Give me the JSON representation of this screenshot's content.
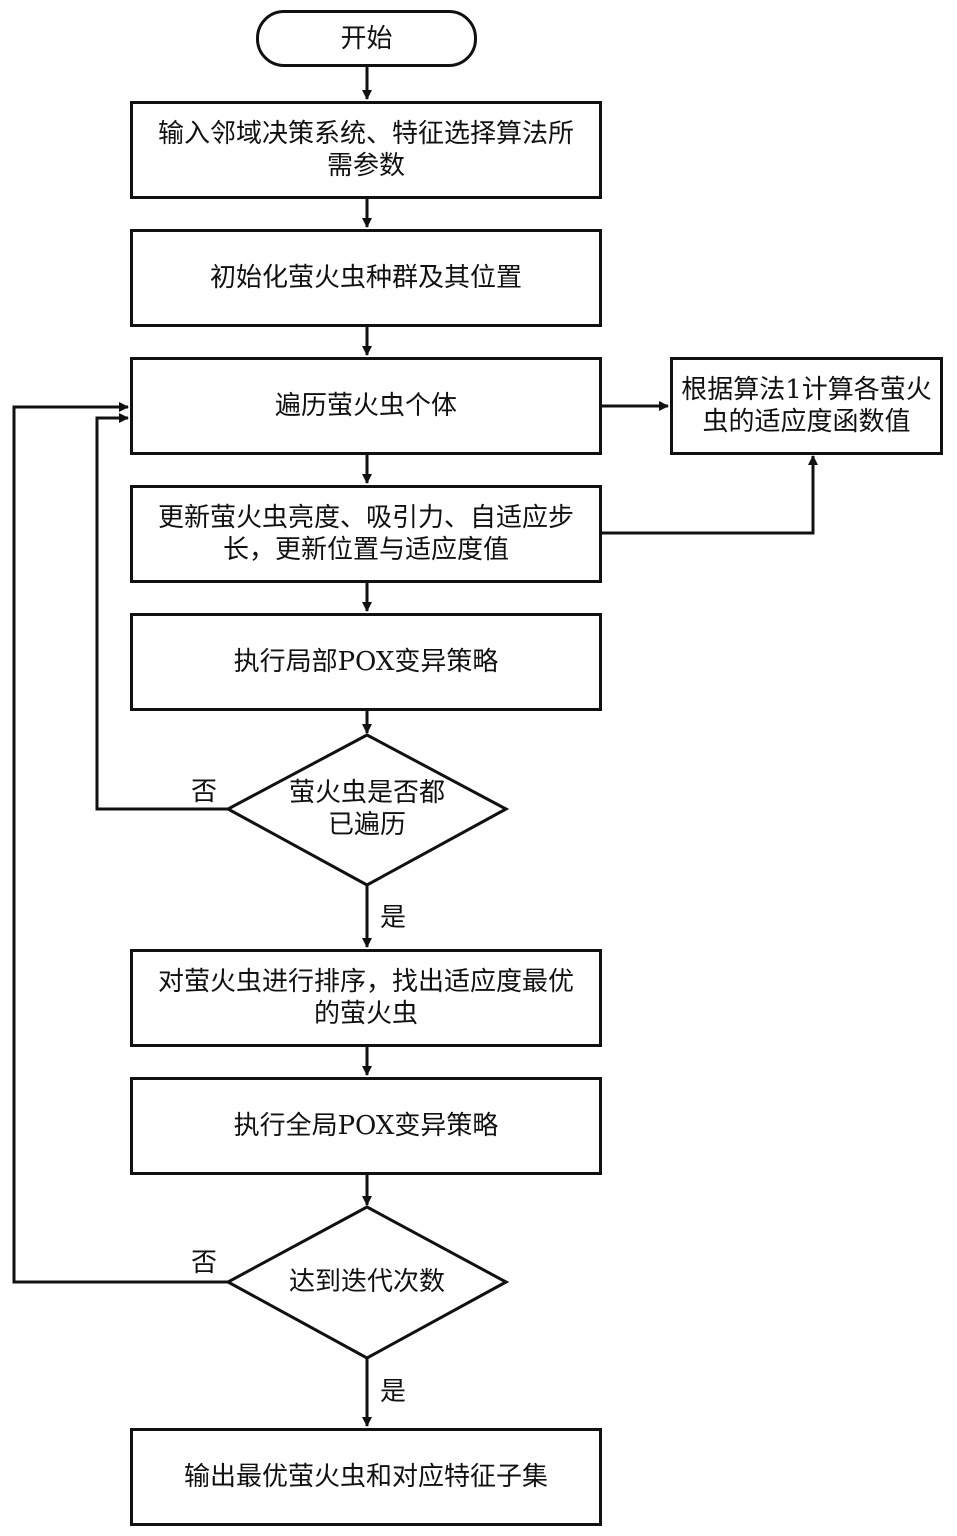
{
  "flowchart": {
    "start": "开始",
    "input": "输入邻域决策系统、特征选择算法所需参数",
    "init": "初始化萤火虫种群及其位置",
    "traverse": "遍历萤火虫个体",
    "fitness": "根据算法1计算各萤火虫的适应度函数值",
    "update": "更新萤火虫亮度、吸引力、自适应步长，更新位置与适应度值",
    "local_pox": "执行局部POX变异策略",
    "decision_traversed": "萤火虫是否都已遍历",
    "sort": "对萤火虫进行排序，找出适应度最优的萤火虫",
    "global_pox": "执行全局POX变异策略",
    "decision_iter": "达到迭代次数",
    "output": "输出最优萤火虫和对应特征子集",
    "label_no": "否",
    "label_yes": "是"
  }
}
